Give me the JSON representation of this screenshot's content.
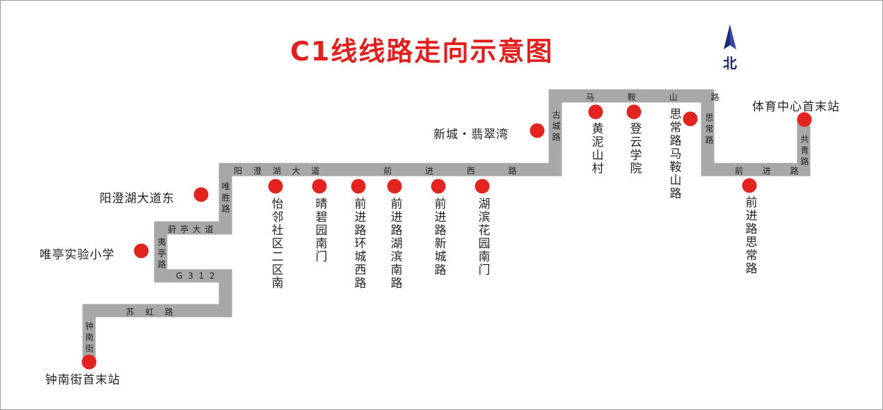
{
  "title": "C1线线路走向示意图",
  "compass": {
    "label": "北",
    "icon": "north-arrow-icon"
  },
  "colors": {
    "title": "#e0201f",
    "road": "#a8a8a8",
    "stop": "#e3231f",
    "compass": "#1a2a6e"
  },
  "roads": {
    "zhongnanjie": "钟南街",
    "suhonglu": "苏 虹 路",
    "g312": "G 3 1 2",
    "yitinglu": "夷亭路",
    "weitingdadao": "葑 亭 大 道",
    "weishenglu": "唯胜路",
    "yangchenghudadao": "阳 澄 湖 大 道",
    "qianjinxilu": "前 进 西 路",
    "guchenglu": "古城路",
    "maanshanlu": "马 鞍 山 路",
    "sichanglu": "思常路",
    "qianjinlu": "前 进 路",
    "gongqinglu": "共青路"
  },
  "stops": [
    {
      "name": "钟南街首末站"
    },
    {
      "name": "唯亭实验小学"
    },
    {
      "name": "阳澄湖大道东"
    },
    {
      "name": "怡邻社区二区南"
    },
    {
      "name": "晴碧园南门"
    },
    {
      "name": "前进路环城西路"
    },
    {
      "name": "前进路湖滨南路"
    },
    {
      "name": "前进路新城路"
    },
    {
      "name": "湖滨花园南门"
    },
    {
      "name": "新城・翡翠湾"
    },
    {
      "name": "黄泥山村"
    },
    {
      "name": "登云学院"
    },
    {
      "name": "思常路马鞍山路"
    },
    {
      "name": "前进路思常路"
    },
    {
      "name": "体育中心首末站"
    }
  ]
}
